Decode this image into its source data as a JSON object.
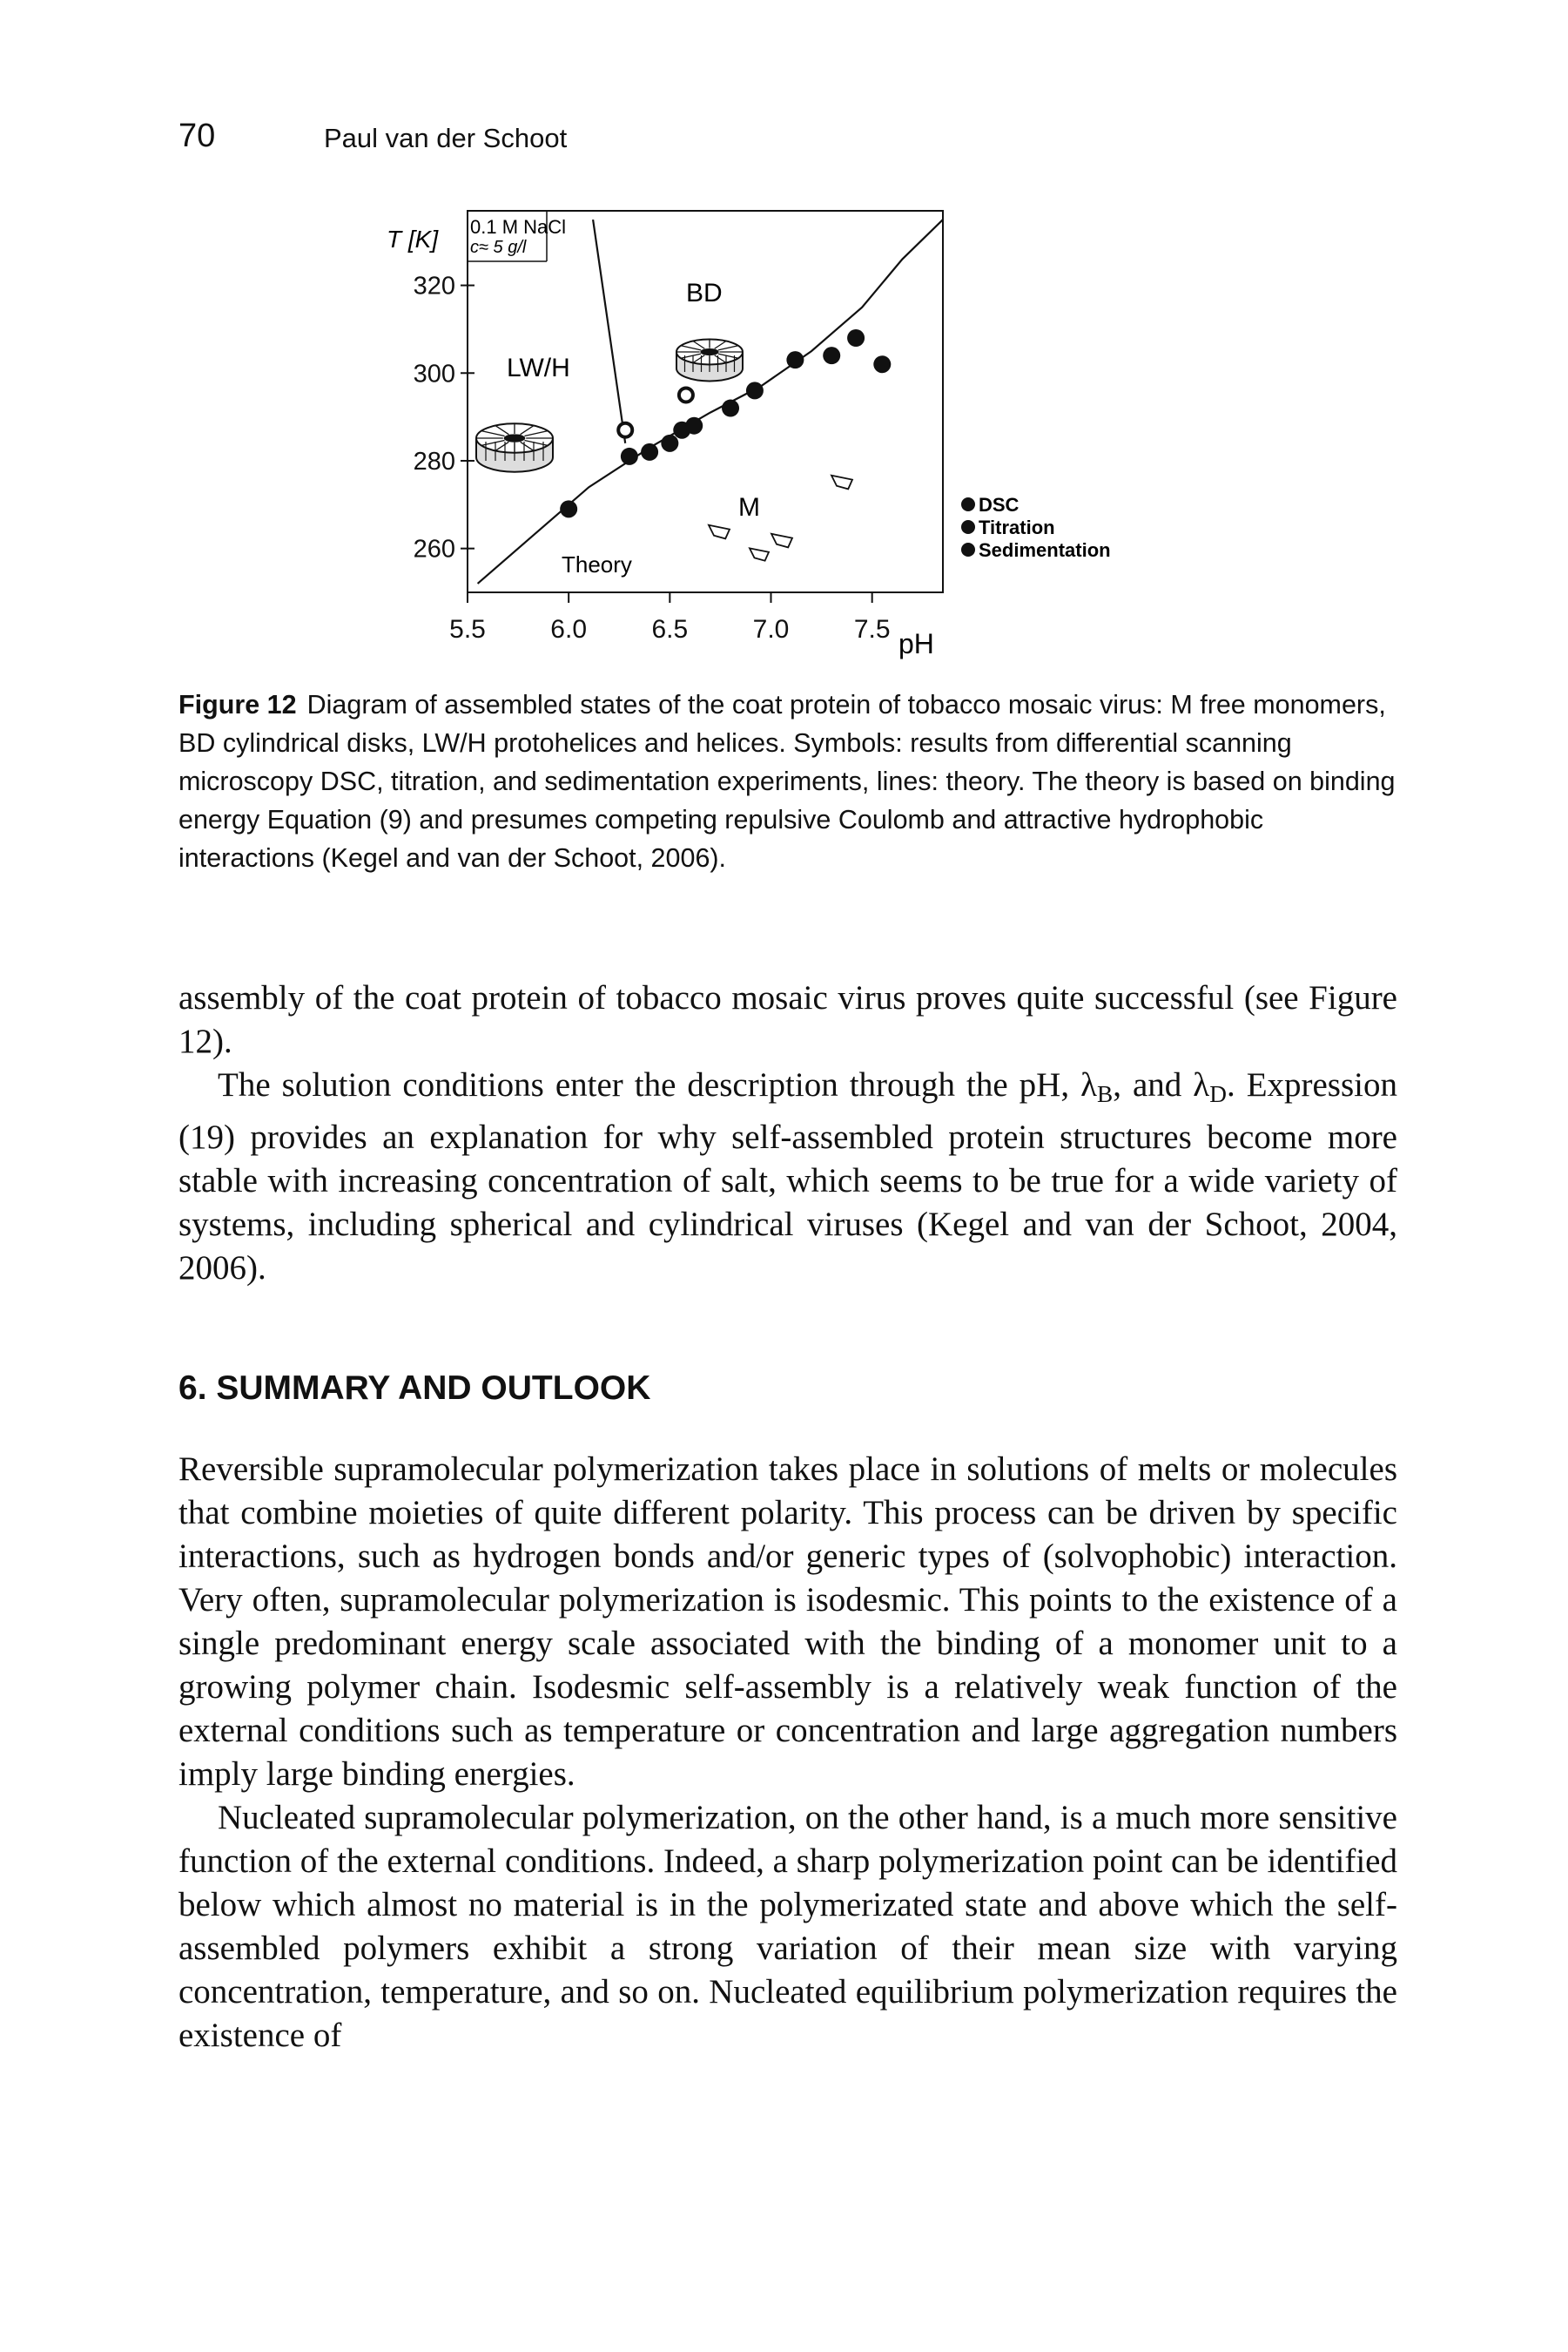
{
  "header": {
    "page_number": "70",
    "running_head": "Paul van der Schoot"
  },
  "figure": {
    "y_axis_label": "T [K]",
    "x_axis_label": "pH",
    "conditions_line1": "0.1 M NaCl",
    "conditions_line2": "c≈ 5 g/l",
    "region_labels": {
      "bd": "BD",
      "lwh": "LW/H",
      "m": "M",
      "theory": "Theory"
    },
    "legend": [
      "DSC",
      "Titration",
      "Sedimentation"
    ],
    "colors": {
      "ink": "#111111",
      "paper": "#ffffff"
    }
  },
  "chart_data": {
    "type": "scatter",
    "title": "",
    "xlabel": "pH",
    "ylabel": "T [K]",
    "xlim": [
      5.5,
      7.85
    ],
    "ylim": [
      250,
      337
    ],
    "x_ticks": [
      "5.5",
      "6.0",
      "6.5",
      "7.0",
      "7.5"
    ],
    "y_ticks": [
      "260",
      "280",
      "300",
      "320"
    ],
    "legend_placement": "right",
    "series": [
      {
        "name": "DSC",
        "marker": "filled-circle",
        "points": [
          [
            6.0,
            269
          ],
          [
            6.3,
            281
          ],
          [
            6.4,
            282
          ],
          [
            6.5,
            284
          ],
          [
            6.56,
            287
          ],
          [
            6.62,
            288
          ],
          [
            6.8,
            292
          ],
          [
            6.92,
            296
          ],
          [
            7.12,
            303
          ],
          [
            7.3,
            304
          ],
          [
            7.42,
            308
          ],
          [
            7.55,
            302
          ]
        ]
      },
      {
        "name": "Titration",
        "marker": "open-circle",
        "points": [
          [
            6.28,
            287
          ],
          [
            6.58,
            295
          ]
        ]
      },
      {
        "name": "theory-boundary-lwh",
        "marker": "line",
        "points": [
          [
            6.12,
            335
          ],
          [
            6.28,
            284
          ]
        ]
      },
      {
        "name": "Theory",
        "marker": "line",
        "points": [
          [
            5.55,
            252
          ],
          [
            5.8,
            262
          ],
          [
            6.1,
            274
          ],
          [
            6.4,
            283
          ],
          [
            6.7,
            291
          ],
          [
            6.95,
            297
          ],
          [
            7.2,
            305
          ],
          [
            7.45,
            315
          ],
          [
            7.65,
            326
          ],
          [
            7.85,
            335
          ]
        ]
      }
    ]
  },
  "caption": {
    "label": "Figure 12",
    "text": "Diagram of assembled states of the coat protein of tobacco mosaic virus: M free monomers, BD cylindrical disks, LW/H protohelices and helices. Symbols: results from differential scanning microscopy DSC, titration, and sedimentation experiments, lines: theory. The theory is based on binding energy Equation (9) and presumes competing repulsive Coulomb and attractive hydrophobic interactions (Kegel and van der Schoot, 2006)."
  },
  "body": {
    "p1": "assembly of the coat protein of tobacco mosaic virus proves quite successful (see Figure 12).",
    "p2_a": "The solution conditions enter the description through the pH, λ",
    "p2_sub1": "B",
    "p2_b": ", and λ",
    "p2_sub2": "D",
    "p2_c": ". Expression (19) provides an explanation for why self-assembled protein structures become more stable with increasing concentration of salt, which seems to be true for a wide variety of systems, including spherical and cylindrical viruses (Kegel and van der Schoot, 2004, 2006).",
    "heading": "6. SUMMARY AND OUTLOOK",
    "p3": "Reversible supramolecular polymerization takes place in solutions of melts or molecules that combine moieties of quite different polarity. This process can be driven by specific interactions, such as hydrogen bonds and/or generic types of (solvophobic) interaction. Very often, supramolecular polymerization is isodesmic. This points to the existence of a single predominant energy scale associated with the binding of a monomer unit to a growing polymer chain. Isodesmic self-assembly is a relatively weak function of the external conditions such as temperature or concentration and large aggregation numbers imply large binding energies.",
    "p4": "Nucleated supramolecular polymerization, on the other hand, is a much more sensitive function of the external conditions. Indeed, a sharp polymerization point can be identified below which almost no material is in the polymerizated state and above which the self-assembled polymers exhibit a strong variation of their mean size with varying concentration, temperature, and so on. Nucleated equilibrium polymerization requires the existence of"
  }
}
